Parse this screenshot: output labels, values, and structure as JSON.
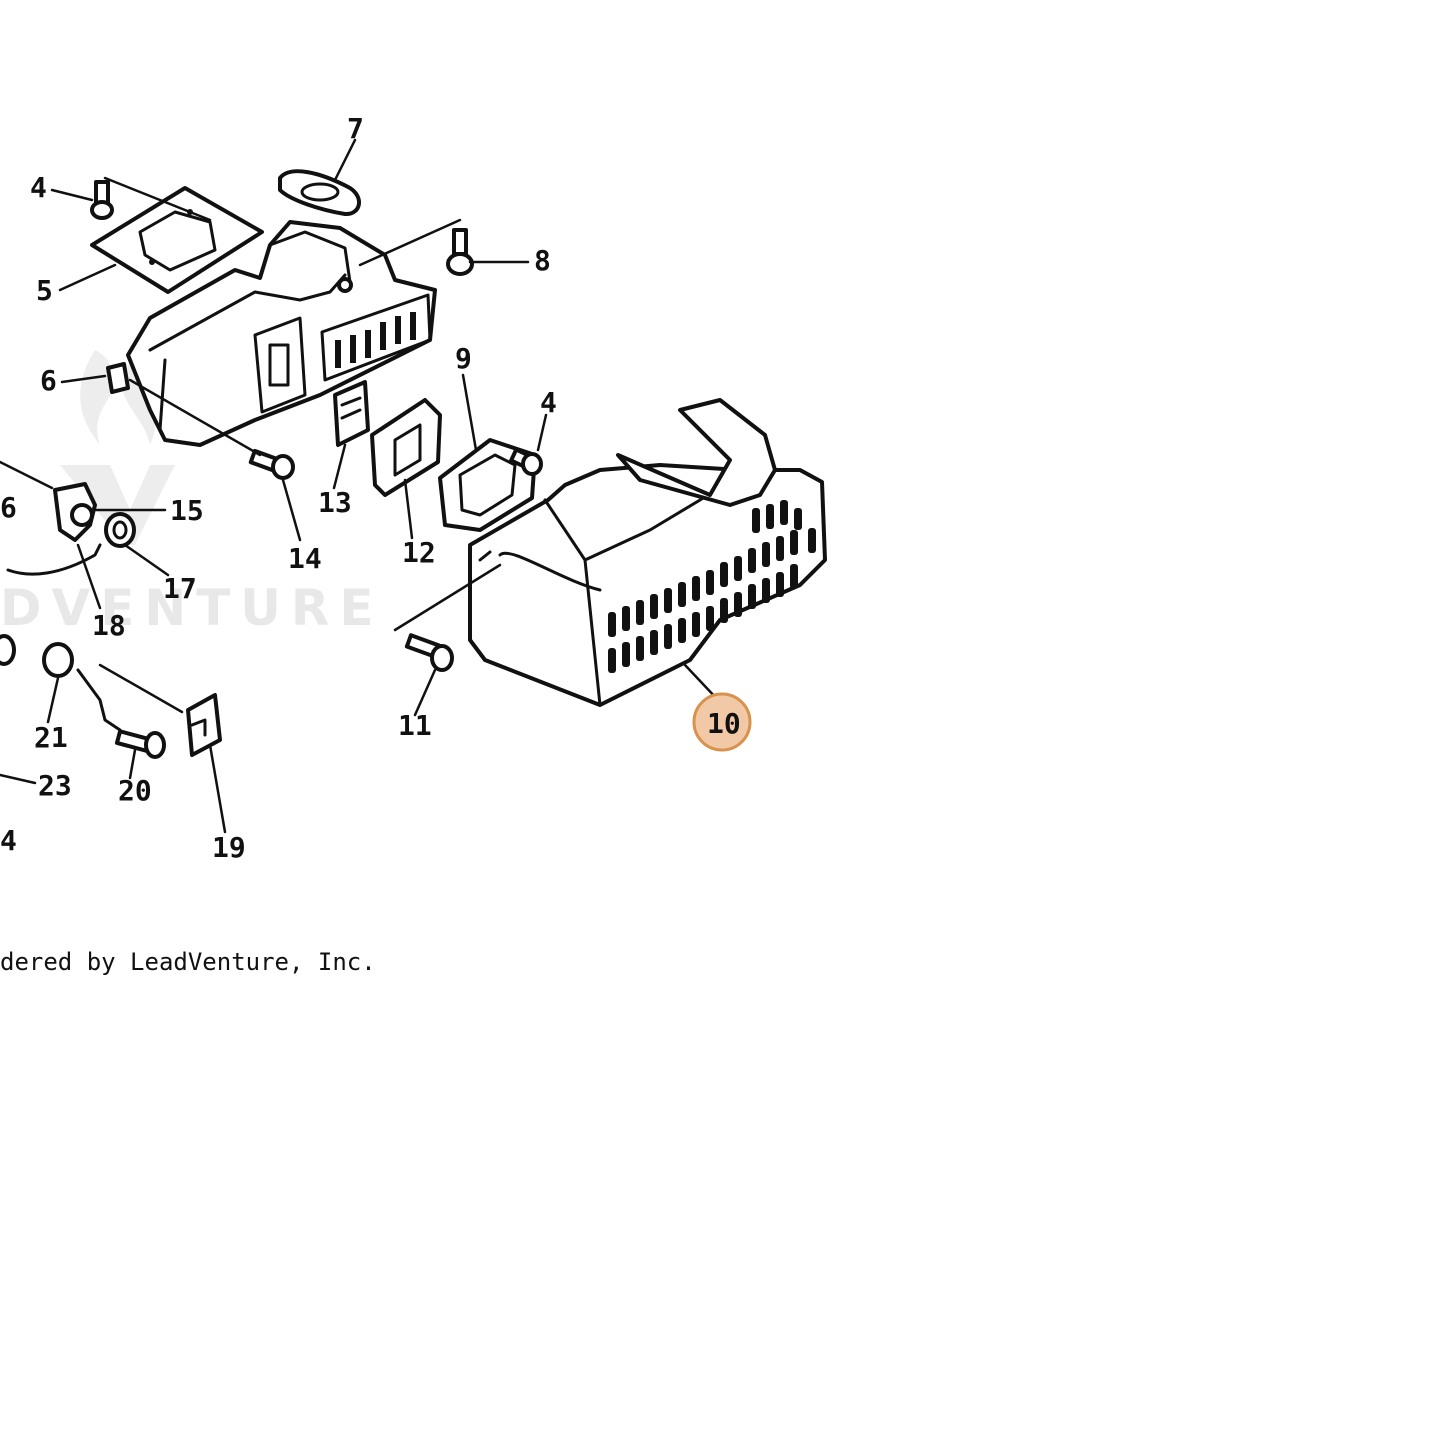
{
  "callouts": [
    {
      "id": "4a",
      "label": "4"
    },
    {
      "id": "5",
      "label": "5"
    },
    {
      "id": "6",
      "label": "6"
    },
    {
      "id": "7",
      "label": "7"
    },
    {
      "id": "8",
      "label": "8"
    },
    {
      "id": "9",
      "label": "9"
    },
    {
      "id": "4b",
      "label": "4"
    },
    {
      "id": "13",
      "label": "13"
    },
    {
      "id": "12",
      "label": "12"
    },
    {
      "id": "14",
      "label": "14"
    },
    {
      "id": "15",
      "label": "15"
    },
    {
      "id": "16",
      "label": "6"
    },
    {
      "id": "17",
      "label": "17"
    },
    {
      "id": "18",
      "label": "18"
    },
    {
      "id": "11",
      "label": "11"
    },
    {
      "id": "10",
      "label": "10"
    },
    {
      "id": "21",
      "label": "21"
    },
    {
      "id": "20",
      "label": "20"
    },
    {
      "id": "23",
      "label": "23"
    },
    {
      "id": "19",
      "label": "19"
    },
    {
      "id": "24",
      "label": "4"
    }
  ],
  "highlight": {
    "label": "10",
    "color": "#f2c9a6",
    "ring_color": "#d9924e"
  },
  "watermark": {
    "text": "DVENTURE"
  },
  "credit": {
    "text": "dered by LeadVenture, Inc."
  }
}
